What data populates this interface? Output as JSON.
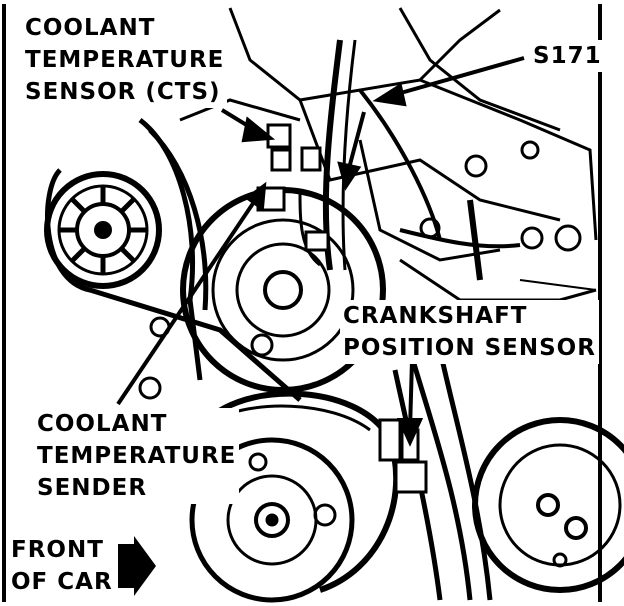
{
  "labels": {
    "cts": [
      "COOLANT",
      "TEMPERATURE",
      "SENSOR (CTS)"
    ],
    "splice": "S171",
    "ckp": [
      "CRANKSHAFT",
      "POSITION SENSOR"
    ],
    "sender": [
      "COOLANT",
      "TEMPERATURE",
      "SENDER"
    ],
    "front": [
      "FRONT",
      "OF CAR"
    ]
  },
  "colors": {
    "ink": "#000000",
    "paper": "#ffffff"
  }
}
